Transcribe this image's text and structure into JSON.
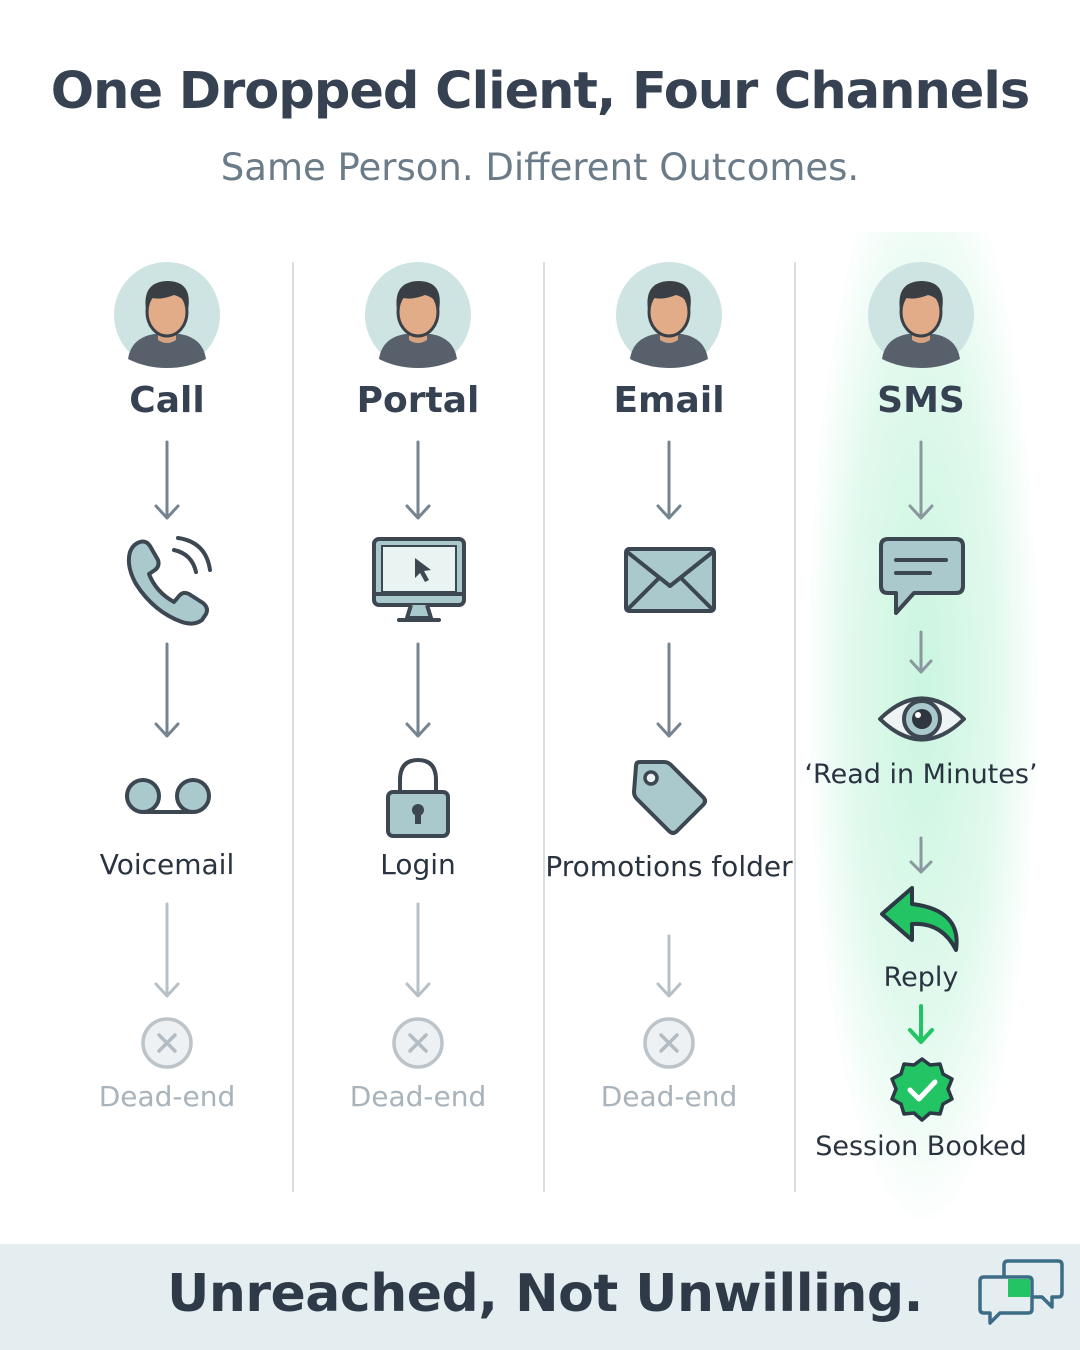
{
  "header": {
    "title": "One Dropped Client, Four Channels",
    "subtitle": "Same Person. Different Outcomes."
  },
  "columns": [
    {
      "channel": "Call",
      "channel_icon": "phone-icon",
      "step": "Voicemail",
      "step_icon": "voicemail-icon",
      "outcome": "Dead-end"
    },
    {
      "channel": "Portal",
      "channel_icon": "monitor-icon",
      "step": "Login",
      "step_icon": "lock-icon",
      "outcome": "Dead-end"
    },
    {
      "channel": "Email",
      "channel_icon": "envelope-icon",
      "step": "Promotions folder",
      "step_icon": "tag-icon",
      "outcome": "Dead-end"
    },
    {
      "channel": "SMS",
      "channel_icon": "chat-bubble-icon",
      "steps": [
        "‘Read in Minutes’",
        "Reply",
        "Session Booked"
      ]
    }
  ],
  "footer": {
    "text": "Unreached, Not Unwilling."
  },
  "colors": {
    "text": "#364152",
    "icon_stroke": "#3d4752",
    "icon_fill": "#a9c9cc",
    "arrow": "#76848f",
    "faded": "#b7c0c7",
    "success": "#22c463",
    "footer_bg": "#e4eef1"
  }
}
